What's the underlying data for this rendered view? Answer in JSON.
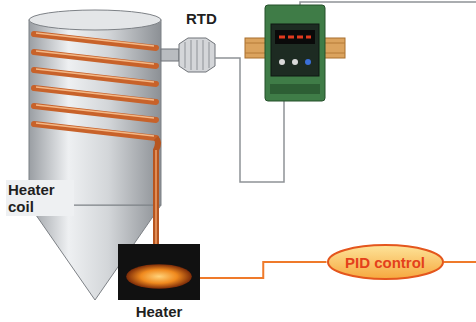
{
  "diagram": {
    "nodes": [
      {
        "text": [
          "Heater"
        ]
      },
      {
        "text": [
          "PID control"
        ]
      }
    ],
    "edges": [
      {
        "from": 0,
        "to": 1,
        "arrow": "none"
      }
    ],
    "labels": [
      "RTD",
      "Heater coil"
    ]
  }
}
